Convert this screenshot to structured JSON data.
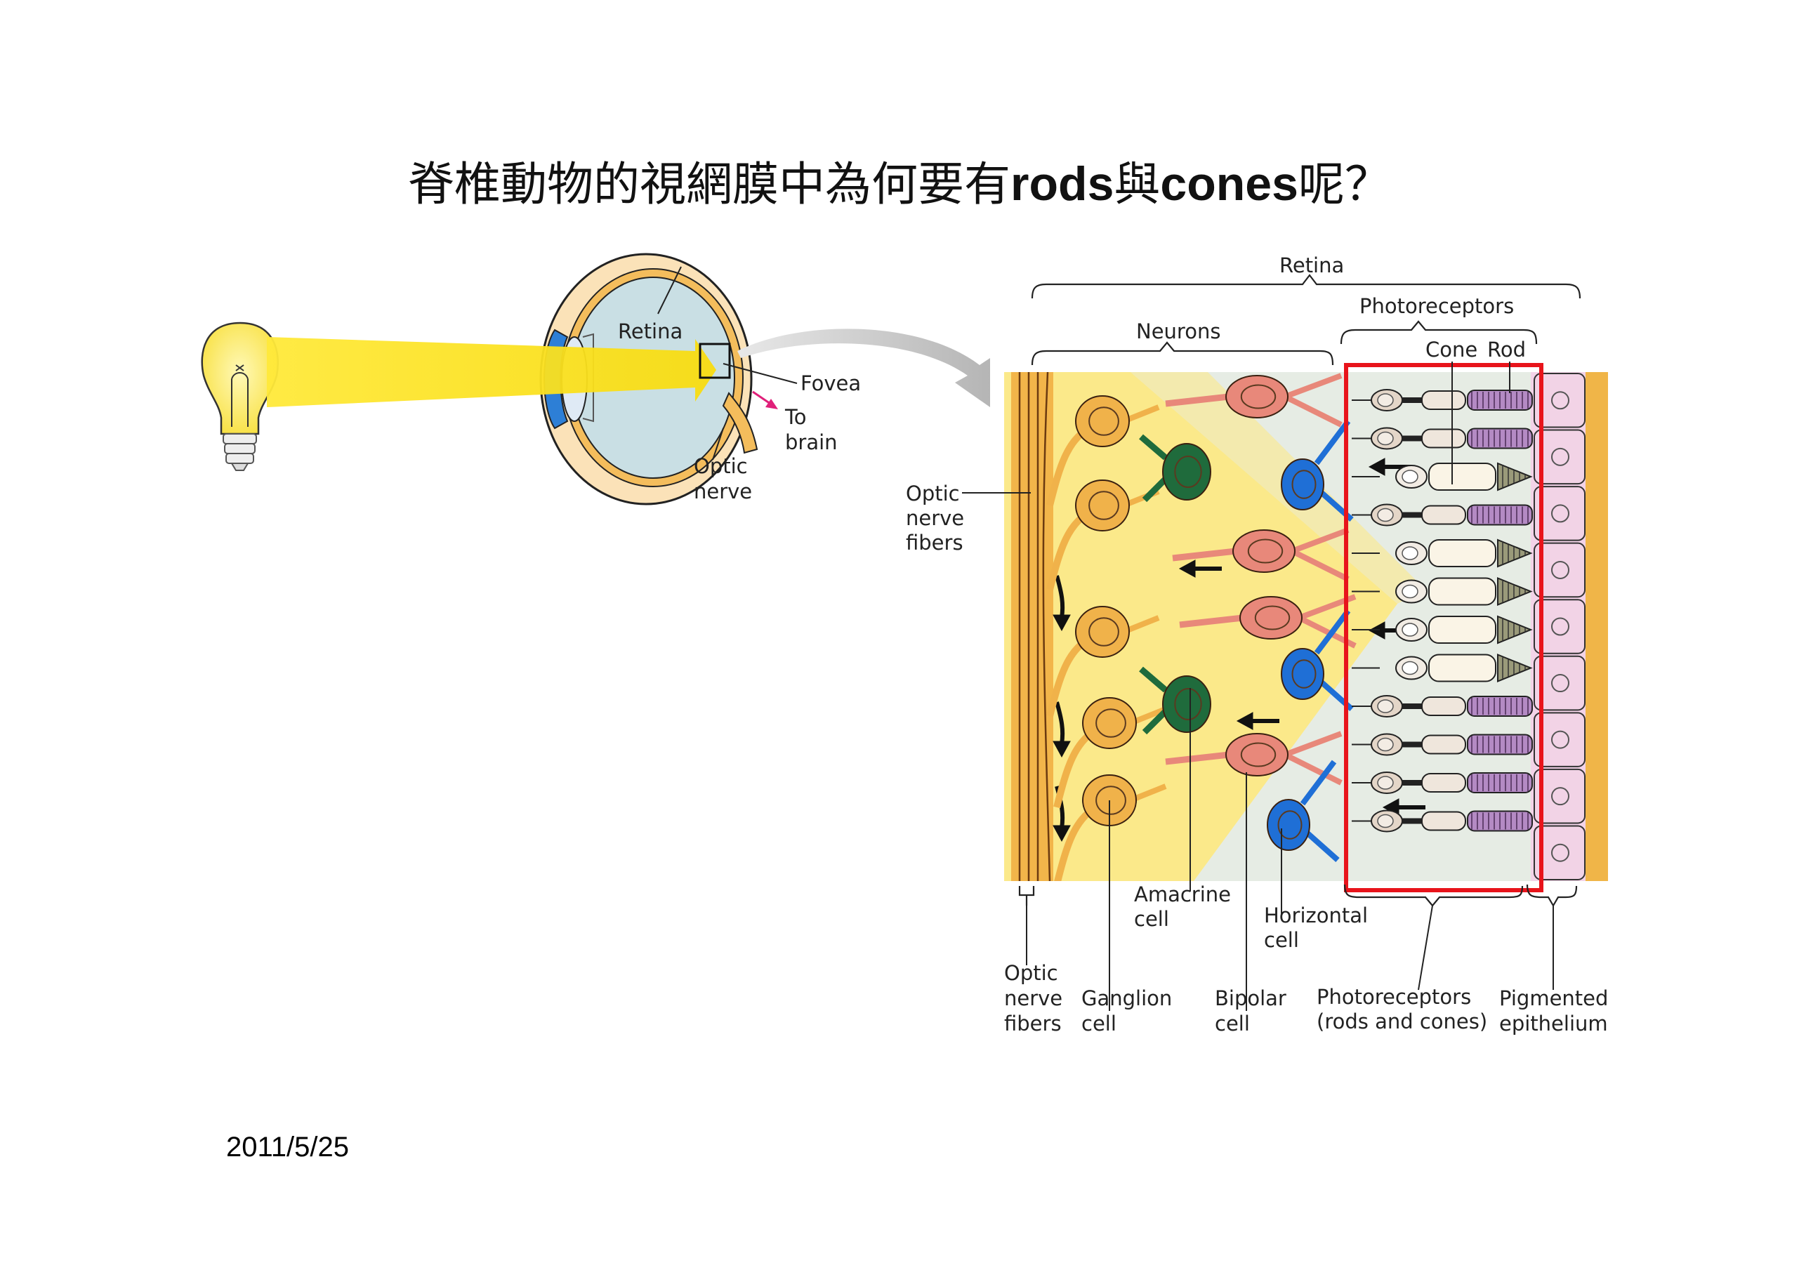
{
  "slide": {
    "title": {
      "parts": [
        {
          "text": "脊椎動物的視網膜中為何要有",
          "style": "cjk"
        },
        {
          "text": "rods",
          "style": "latin"
        },
        {
          "text": "與",
          "style": "cjk"
        },
        {
          "text": "cones",
          "style": "latin"
        },
        {
          "text": "呢？",
          "style": "cjk"
        }
      ]
    },
    "date": "2011/5/25"
  },
  "eye_figure": {
    "labels": {
      "retina": "Retina",
      "fovea": "Fovea",
      "to_brain_1": "To",
      "to_brain_2": "brain",
      "optic_nerve_1": "Optic",
      "optic_nerve_2": "nerve"
    },
    "icons": [
      "light-bulb-icon",
      "light-beam",
      "eyeball",
      "fovea-box",
      "to-brain-arrow",
      "zoom-arrow"
    ]
  },
  "retina_figure": {
    "top_labels": {
      "retina": "Retina",
      "neurons": "Neurons",
      "photoreceptors": "Photoreceptors",
      "cone": "Cone",
      "rod": "Rod"
    },
    "side_label": [
      "Optic",
      "nerve",
      "fibers"
    ],
    "bottom_labels": {
      "optic_nerve_fibers": [
        "Optic",
        "nerve",
        "fibers"
      ],
      "ganglion": [
        "Ganglion",
        "cell"
      ],
      "amacrine": [
        "Amacrine",
        "cell"
      ],
      "bipolar": [
        "Bipolar",
        "cell"
      ],
      "horizontal": [
        "Horizontal",
        "cell"
      ],
      "photoreceptors": [
        "Photoreceptors",
        "(rods and cones)"
      ],
      "pigmented": [
        "Pigmented",
        "epithelium"
      ]
    },
    "photoreceptor_rows": [
      "rod",
      "rod",
      "cone",
      "rod",
      "cone",
      "cone",
      "cone",
      "cone",
      "rod",
      "rod",
      "rod",
      "rod"
    ],
    "highlight_box_color": "#e8141b",
    "colors": {
      "ganglion": "#f0b24a",
      "bipolar": "#e8887a",
      "amacrine": "#1f6b3c",
      "horizontal": "#1f6fd6",
      "rod_outer": "#b48ac4",
      "cone_outer": "#9a9a7a",
      "epithelium": "#f2d3e6",
      "light_yellow": "#fbe98a",
      "background_grey": "#e6ece6"
    }
  }
}
